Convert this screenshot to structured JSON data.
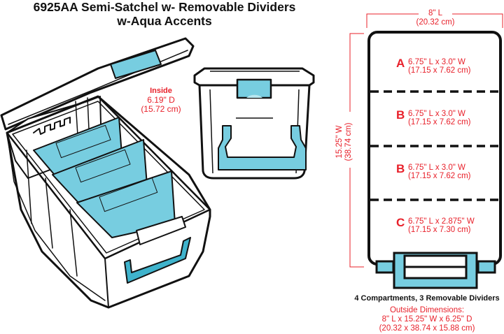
{
  "title": {
    "line1": "6925AA Semi-Satchel w- Removable Dividers",
    "line2": "w-Aqua Accents"
  },
  "inside_depth": {
    "heading": "Inside",
    "imperial": "6.19\" D",
    "metric": "(15.72 cm)"
  },
  "top_view": {
    "length_imperial": "8\" L",
    "length_metric": "(20.32 cm)",
    "width_imperial": "15.25\" W",
    "width_metric": "(38.74 cm)",
    "compartments": [
      {
        "letter": "A",
        "size": "6.75\" L x 3.0\" W",
        "metric": "(17.15 x 7.62 cm)"
      },
      {
        "letter": "B",
        "size": "6.75\" L x 3.0\" W",
        "metric": "(17.15 x 7.62 cm)"
      },
      {
        "letter": "B",
        "size": "6.75\" L x 3.0\" W",
        "metric": "(17.15 x 7.62 cm)"
      },
      {
        "letter": "C",
        "size": "6.75\" L x 2.875\" W",
        "metric": "(17.15 x 7.30 cm)"
      }
    ]
  },
  "summary": "4 Compartments, 3 Removable Dividers",
  "outside": {
    "heading": "Outside Dimensions:",
    "imperial": "8\" L x 15.25\" W x 6.25\" D",
    "metric": "(20.32 x 38.74 x 15.88 cm)"
  },
  "colors": {
    "aqua": "#77cde0",
    "aqua_dark": "#3fb3cc",
    "dimension_red": "#e8202a",
    "outline": "#111111"
  }
}
